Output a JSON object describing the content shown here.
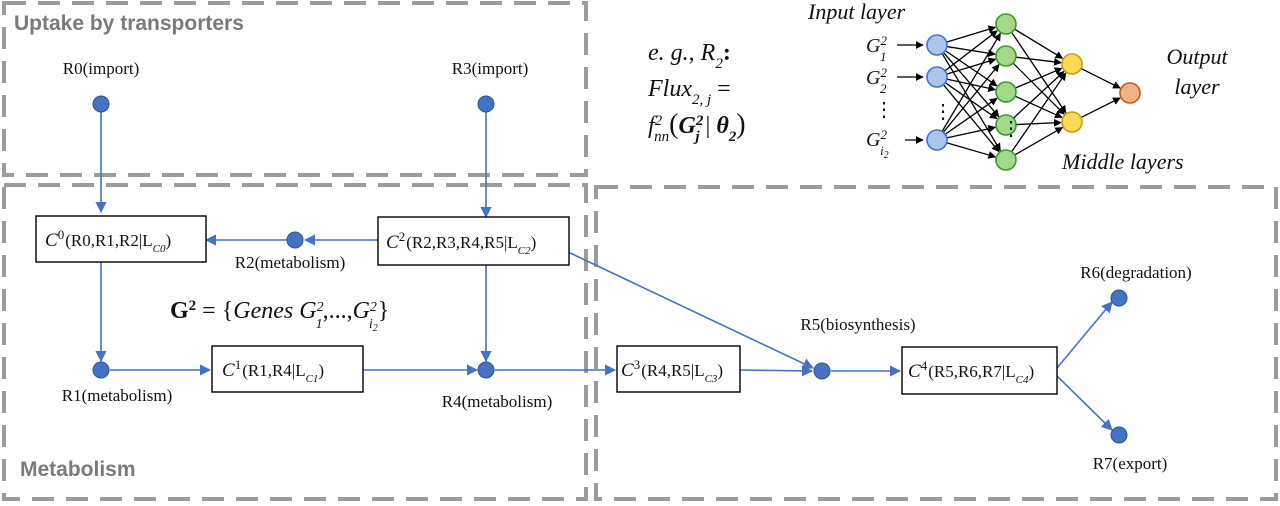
{
  "regions": {
    "uptake_title": "Uptake by transporters",
    "metabolism_title": "Metabolism"
  },
  "reactions": {
    "r0": "R0(import)",
    "r3": "R3(import)",
    "r2": "R2(metabolism)",
    "r1": "R1(metabolism)",
    "r4": "R4(metabolism)",
    "r5": "R5(biosynthesis)",
    "r6": "R6(degradation)",
    "r7": "R7(export)"
  },
  "compounds": {
    "c0": {
      "sup": "0",
      "args": "R0,R1,R2|L",
      "sub": "C0"
    },
    "c2": {
      "sup": "2",
      "args": "R2,R3,R4,R5|L",
      "sub": "C2"
    },
    "c1": {
      "sup": "1",
      "args": "R1,R4|L",
      "sub": "C1"
    },
    "c3": {
      "sup": "3",
      "args": "R4,R5|L",
      "sub": "C3"
    },
    "c4": {
      "sup": "4",
      "args": "R5,R6,R7|L",
      "sub": "C4"
    }
  },
  "genes_set": {
    "lhs": "G",
    "lhs_sup": "2",
    "eq": " = {",
    "word": "Genes ",
    "g1": "G",
    "g1_sub": "1",
    "g1_sup": "2",
    "mid": ",...,",
    "gi": "G",
    "gi_sub": "i",
    "gi_subsub": "2",
    "gi_sup": "2",
    "close": "}"
  },
  "example": {
    "line1": "e. g., R",
    "line1_sub": "2",
    "line1_colon": ":",
    "line2": "Flux",
    "line2_sub": "2, j",
    "line2_eq": " =",
    "f": "f",
    "f_sub": "nn",
    "f_sup": "2",
    "G": "G",
    "G_sub": "j",
    "G_sup": "2",
    "bar": " | ",
    "theta": "θ",
    "theta_sub": "2"
  },
  "nn": {
    "input_label": "Input layer",
    "output_label": "Output layer",
    "output_line1": "Output",
    "output_line2": "layer",
    "middle_label": "Middle layers",
    "in1": "G",
    "in1_sub": "1",
    "in1_sup": "2",
    "in2": "G",
    "in2_sub": "2",
    "in2_sup": "2",
    "in_dots": "⋮",
    "in3": "G",
    "in3_sub": "i",
    "in3_subsub": "2",
    "in3_sup": "2",
    "colors": {
      "input": "#a9c7ea",
      "input_stroke": "#4472c4",
      "hidden1": "#a3d98b",
      "hidden1_stroke": "#3a9a2a",
      "hidden2": "#ffd95a",
      "hidden2_stroke": "#c8a000",
      "output": "#f4b183",
      "output_stroke": "#c55a11"
    }
  },
  "colors": {
    "arrow": "#4472c4",
    "dashed_border": "#9c9c9c",
    "region_title": "#7a7a7a"
  }
}
